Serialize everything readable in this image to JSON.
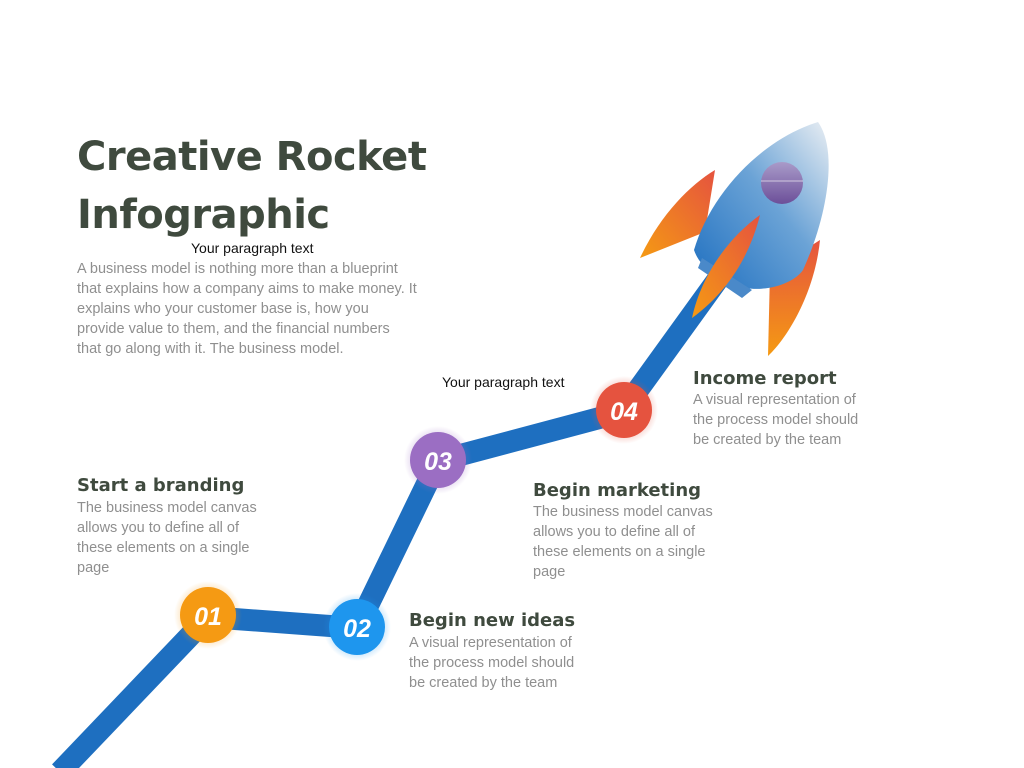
{
  "title_line1": "Creative Rocket",
  "title_line2": "Infographic",
  "placeholder_1": "Your paragraph text",
  "placeholder_2": "Your paragraph text",
  "intro": "A business model is nothing more than a blueprint that explains how a company aims to make money. It explains who your customer base is, how you provide value to them, and the financial numbers that go along with it. The business model.",
  "colors": {
    "title": "#3f4a3e",
    "text": "#8f8f8f",
    "path": "#1e6fc0",
    "step1": "#f59a13",
    "step2": "#1e96ee",
    "step3": "#9b6ec3",
    "step4": "#e5533f"
  },
  "steps": [
    {
      "number": "01",
      "title": "Start a branding",
      "desc": "The business model canvas allows you to define all of these elements on a single page"
    },
    {
      "number": "02",
      "title": "Begin new ideas",
      "desc": "A visual representation of the process model should be created by the team"
    },
    {
      "number": "03",
      "title": "Begin marketing",
      "desc": "The business model canvas allows you to define all of these elements on a single page"
    },
    {
      "number": "04",
      "title": "Income report",
      "desc": "A visual representation of the process model should be created by the team"
    }
  ]
}
